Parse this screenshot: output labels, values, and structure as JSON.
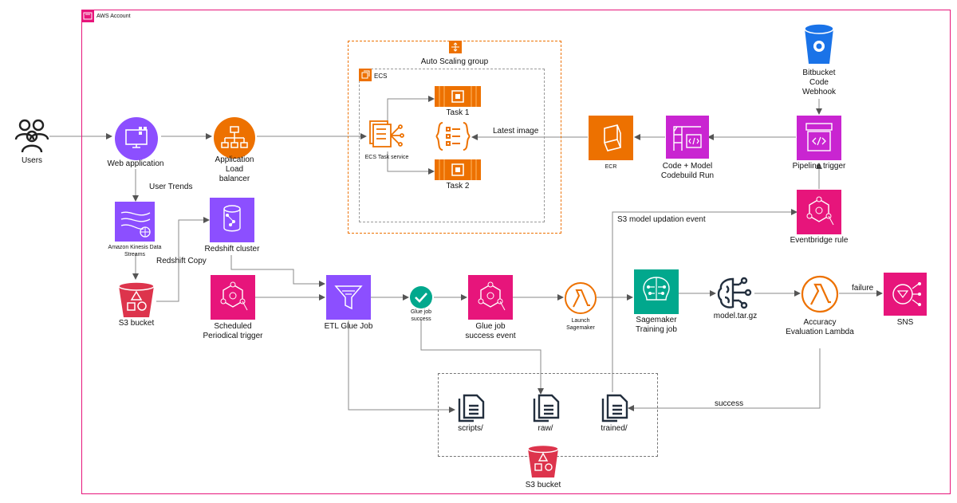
{
  "account": {
    "label": "AWS Account",
    "color": "#e7157b"
  },
  "groups": {
    "auto_scaling": "Auto Scaling group",
    "ecs": "ECS"
  },
  "nodes": {
    "users": "Users",
    "web_app": "Web application",
    "alb": [
      "Application",
      "Load",
      "balancer"
    ],
    "ecs_task_service": "ECS Task service",
    "task1": "Task 1",
    "task2": "Task 2",
    "ecr": "ECR",
    "codebuild": [
      "Code + Model",
      "Codebuild Run"
    ],
    "pipeline_trigger": "Pipeline trigger",
    "bitbucket": [
      "Bitbucket",
      "Code",
      "Webhook"
    ],
    "eventbridge": "Eventbridge rule",
    "kinesis": [
      "Amazon Kinesis Data",
      "Streams"
    ],
    "redshift": "Redshift cluster",
    "s3_source": "S3 bucket",
    "scheduled": [
      "Scheduled",
      "Periodical trigger"
    ],
    "etl": "ETL Glue Job",
    "glue_success": [
      "Glue job",
      "success"
    ],
    "glue_event": [
      "Glue job",
      "success event"
    ],
    "launch": [
      "Launch",
      "Sagemaker"
    ],
    "sagemaker": [
      "Sagemaker",
      "Training job"
    ],
    "model": "model.tar.gz",
    "accuracy": [
      "Accuracy",
      "Evaluation Lambda"
    ],
    "sns": "SNS",
    "scripts": "scripts/",
    "raw": "raw/",
    "trained": "trained/",
    "s3_bottom": "S3 bucket"
  },
  "edge_labels": {
    "user_trends": "User Trends",
    "redshift_copy": "Redshift Copy",
    "latest_image": "Latest image",
    "s3_model_event": "S3 model updation event",
    "failure": "failure",
    "success": "success"
  },
  "colors": {
    "orange": "#ed7100",
    "pink": "#e7157b",
    "purple": "#8c4fff",
    "green": "#01a88d",
    "red": "#dd344c",
    "blue": "#1a73e8",
    "navy": "#232f3e",
    "edge": "#7f7f7f"
  }
}
